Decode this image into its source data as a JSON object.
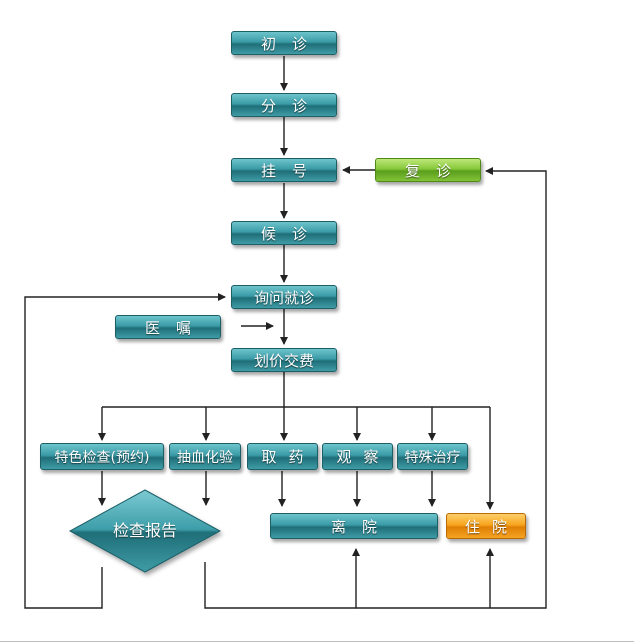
{
  "flow": {
    "first_visit": "初诊",
    "triage": "分诊",
    "registration": "挂号",
    "return_visit": "复诊",
    "waiting": "候诊",
    "consultation": "询问就诊",
    "doctor_orders": "医嘱",
    "pricing_payment": "划价交费",
    "special_exam": "特色检查(预约)",
    "blood_test": "抽血化验",
    "get_medicine": "取药",
    "observation": "观察",
    "special_treatment": "特殊治疗",
    "exam_report": "检查报告",
    "discharge": "离院",
    "hospitalization": "住院"
  },
  "colors": {
    "teal": "#3a9ba6",
    "green": "#86c83a",
    "orange": "#f7a51f",
    "arrow": "#222222"
  }
}
